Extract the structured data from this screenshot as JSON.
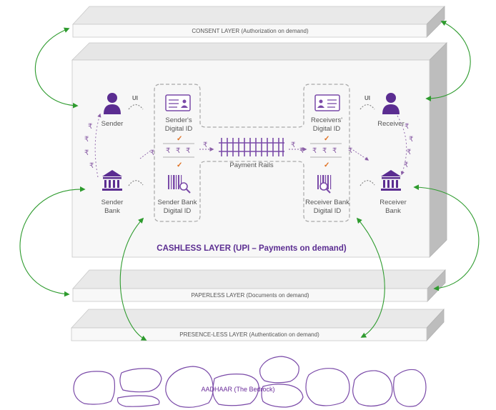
{
  "layers": {
    "consent": "CONSENT LAYER (Authorization on demand)",
    "cashless": "CASHLESS LAYER (UPI – Payments on demand)",
    "paperless": "PAPERLESS LAYER (Documents on demand)",
    "presenceless": "PRESENCE-LESS LAYER (Authentication on demand)",
    "bedrock": "AADHAAR (The Bedrock)"
  },
  "nodes": {
    "sender": "Sender",
    "sender_bank_line1": "Sender",
    "sender_bank_line2": "Bank",
    "receiver": "Receiver",
    "receiver_bank_line1": "Receiver",
    "receiver_bank_line2": "Bank",
    "sender_digital_id_line1": "Sender's",
    "sender_digital_id_line2": "Digital ID",
    "receiver_digital_id_line1": "Receivers'",
    "receiver_digital_id_line2": "Digital ID",
    "sender_bank_digital_id_line1": "Sender Bank",
    "sender_bank_digital_id_line2": "Digital ID",
    "receiver_bank_digital_id_line1": "Receiver Bank",
    "receiver_bank_digital_id_line2": "Digital ID",
    "payment_rails": "Payment Rails",
    "ui_left": "UI",
    "ui_right": "UI"
  },
  "symbols": {
    "rupee": "₹",
    "check": "✓"
  },
  "colors": {
    "purple": "#5b2d91",
    "green_arrow": "#2e9b2e",
    "tick_orange": "#e07020",
    "box_front": "#f7f7f7",
    "box_top": "#e6e6e6",
    "box_side": "#bdbdbd"
  }
}
